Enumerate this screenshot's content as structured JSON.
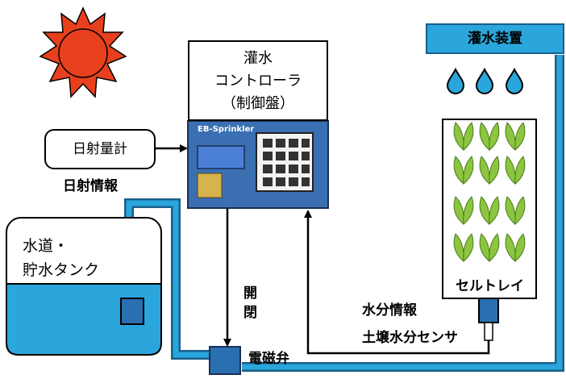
{
  "controller": {
    "line1": "灌水",
    "line2": "コントローラ",
    "line3": "（制御盤）",
    "device_brand": "EB-Sprinkler"
  },
  "solar_meter": {
    "label": "日射量計"
  },
  "solar_info": {
    "label": "日射情報"
  },
  "tank": {
    "line1": "水道・",
    "line2": "貯水タンク"
  },
  "irrigation_device": {
    "label": "灌水装置"
  },
  "cell_tray": {
    "label": "セルトレイ"
  },
  "moisture_info": {
    "label": "水分情報"
  },
  "soil_sensor": {
    "label": "土壌水分センサ"
  },
  "valve": {
    "label": "電磁弁"
  },
  "open_close": {
    "line1": "開",
    "line2": "閉"
  },
  "colors": {
    "water": "#2aa6dc",
    "pipe_edge": "#1a5f8a",
    "sun": "#e8401c",
    "leaf": "#8cc63f"
  }
}
